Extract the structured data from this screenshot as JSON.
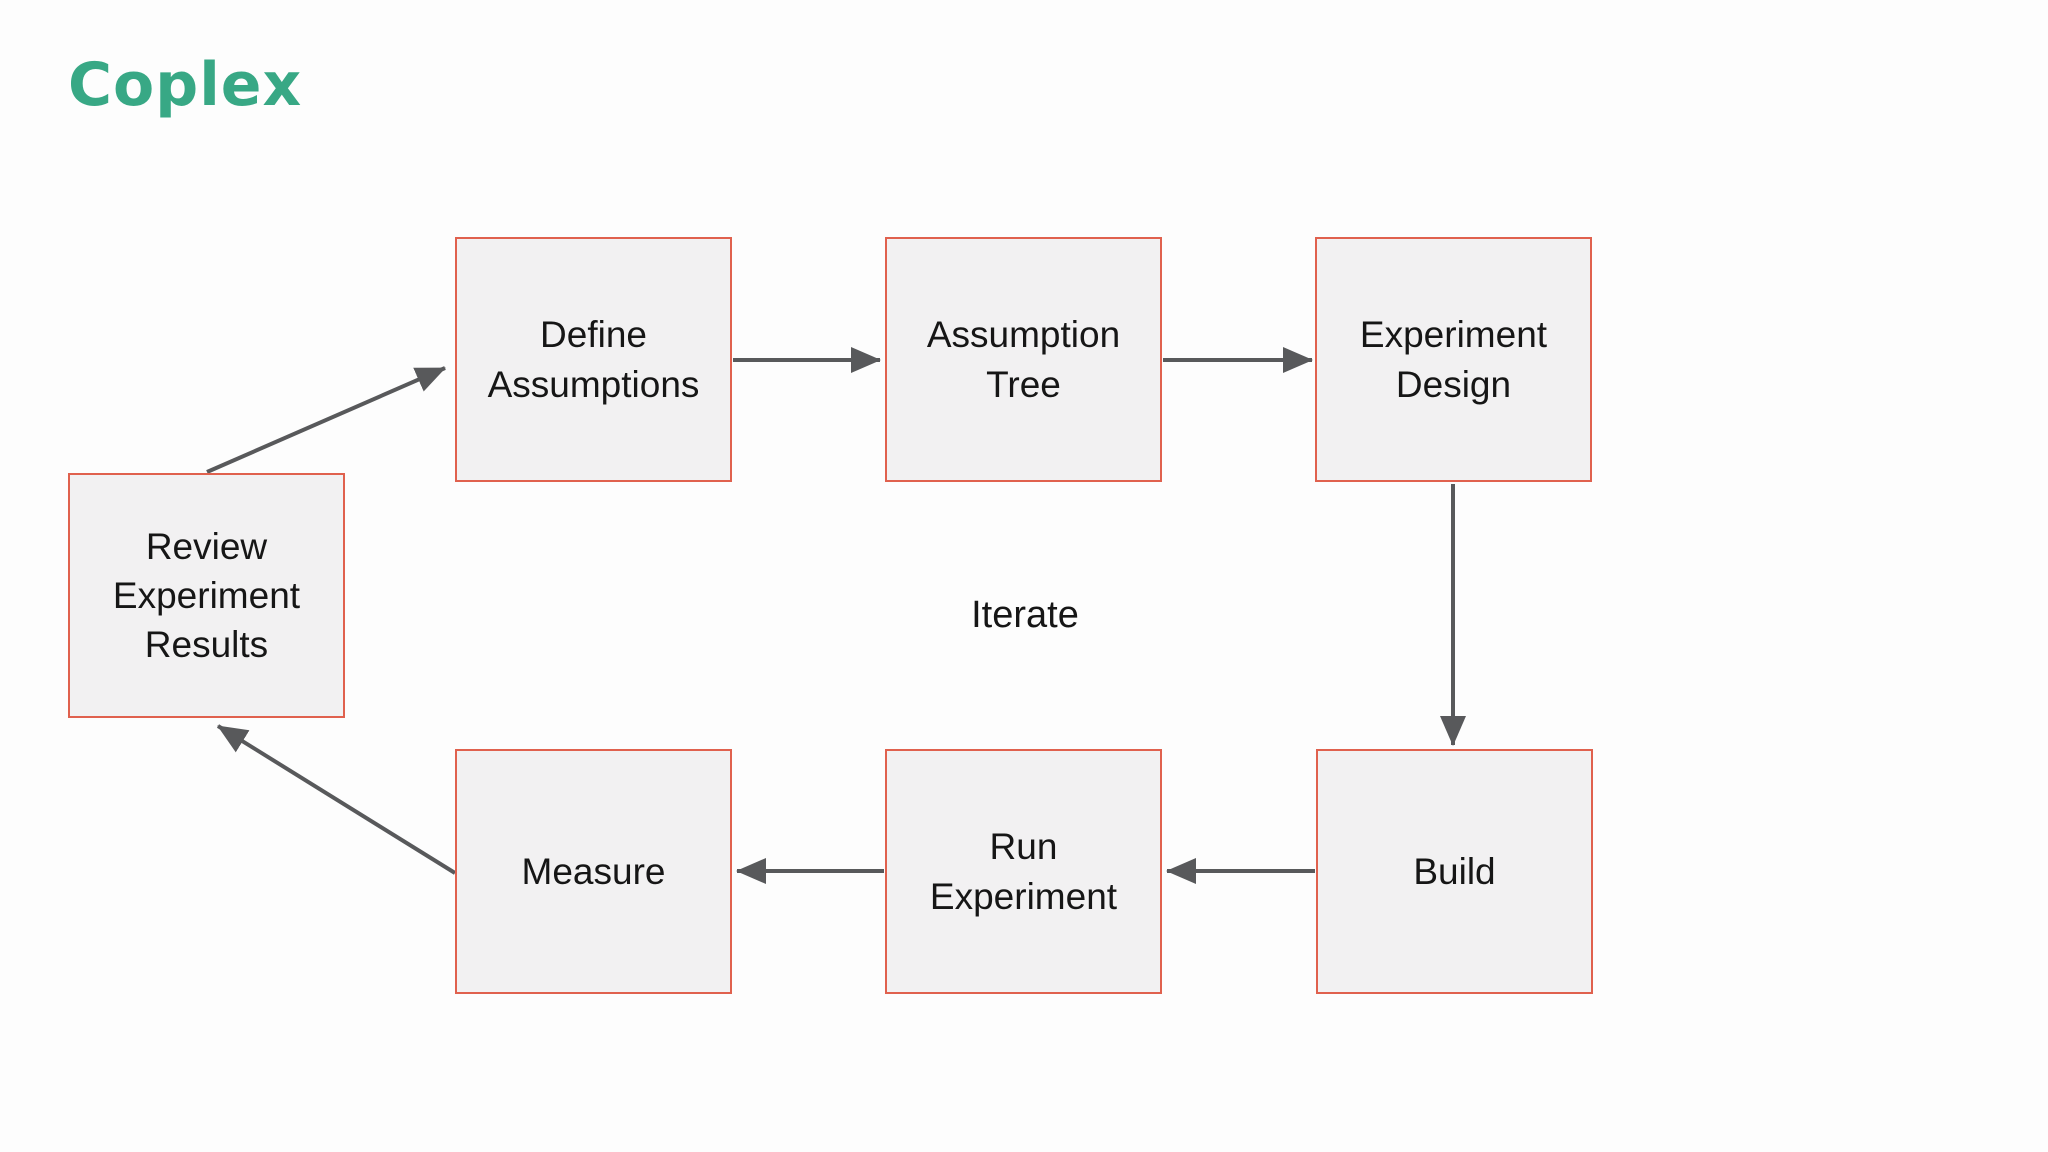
{
  "brand": {
    "logo_text": "Coplex",
    "logo_color": "#38a885"
  },
  "diagram": {
    "center_label": "Iterate",
    "nodes": [
      {
        "id": "define-assumptions",
        "label": "Define\nAssumptions"
      },
      {
        "id": "assumption-tree",
        "label": "Assumption\nTree"
      },
      {
        "id": "experiment-design",
        "label": "Experiment\nDesign"
      },
      {
        "id": "build",
        "label": "Build"
      },
      {
        "id": "run-experiment",
        "label": "Run\nExperiment"
      },
      {
        "id": "measure",
        "label": "Measure"
      },
      {
        "id": "review-experiment-results",
        "label": "Review\nExperiment\nResults"
      }
    ],
    "edges": [
      {
        "from": "define-assumptions",
        "to": "assumption-tree"
      },
      {
        "from": "assumption-tree",
        "to": "experiment-design"
      },
      {
        "from": "experiment-design",
        "to": "build"
      },
      {
        "from": "build",
        "to": "run-experiment"
      },
      {
        "from": "run-experiment",
        "to": "measure"
      },
      {
        "from": "measure",
        "to": "review-experiment-results"
      },
      {
        "from": "review-experiment-results",
        "to": "define-assumptions"
      }
    ],
    "colors": {
      "background": "#fdfdfd",
      "node_fill": "#f2f1f2",
      "node_border": "#e0614e",
      "arrow": "#58595b",
      "text": "#161616"
    }
  }
}
